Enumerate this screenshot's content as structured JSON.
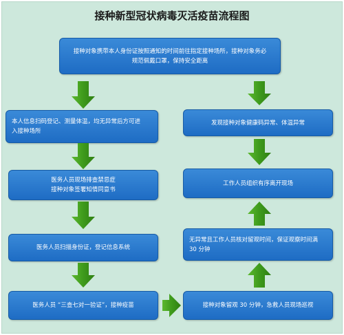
{
  "title": "接种新型冠状病毒灭活疫苗流程图",
  "colors": {
    "background": "#cde8dc",
    "box": "#2a7bd0",
    "arrow": "#3d9b1f"
  },
  "steps": {
    "s1": "接种对象携带本人身份证按照通知的时间前往指定接种场所，接种对象务必\n规范佩戴口罩，保持安全距离",
    "s2": "本人信息扫码登记、测量体温，均无异常后方可进\n入接种场所",
    "s3": "医务人员现场排查禁忌症\n接种对象签署知情同意书",
    "s4": "医务人员扫描身份证，登记信息系统",
    "s5": "医务人员 “三查七对一验证”，接种疫苗",
    "r1": "发现接种对象健康码异常、体温异常",
    "r2": "工作人员组织有序离开现场",
    "r3": "无异常且工作人员核对留观时间，保证观察时间满\n30 分钟",
    "r4": "接种对象留观 30 分钟，急救人员现场巡视"
  }
}
